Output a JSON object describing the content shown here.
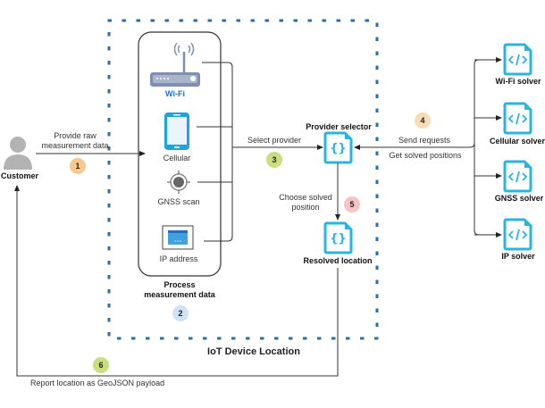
{
  "diagram": {
    "group_title": "IoT Device Location",
    "customer": {
      "label": "Customer"
    },
    "process_box": {
      "label": "Process measurement data"
    },
    "providers": [
      {
        "id": "wifi",
        "label": "Wi-Fi",
        "icon": "wifi-router-icon"
      },
      {
        "id": "cellular",
        "label": "Cellular",
        "icon": "smartphone-icon"
      },
      {
        "id": "gnss",
        "label": "GNSS scan",
        "icon": "gnss-target-icon"
      },
      {
        "id": "ip",
        "label": "IP address",
        "icon": "browser-window-icon"
      }
    ],
    "provider_selector": {
      "label": "Provider selector",
      "icon": "json-file-icon"
    },
    "resolved_location": {
      "label": "Resolved location",
      "icon": "json-file-icon"
    },
    "solvers": [
      {
        "label": "Wi-Fi solver",
        "icon": "code-file-icon"
      },
      {
        "label": "Cellular solver",
        "icon": "code-file-icon"
      },
      {
        "label": "GNSS solver",
        "icon": "code-file-icon"
      },
      {
        "label": "IP solver",
        "icon": "code-file-icon"
      }
    ],
    "edges": {
      "provide_raw": "Provide raw measurement data",
      "select_provider": "Select provider",
      "send_requests": "Send requests",
      "get_solved": "Get solved positions",
      "choose_solved": "Choose solved position",
      "report": "Report location as GeoJSON payload"
    },
    "steps": [
      {
        "number": "1",
        "color": "#f7c98e"
      },
      {
        "number": "2",
        "color": "#cfe2f6"
      },
      {
        "number": "3",
        "color": "#c9df7e"
      },
      {
        "number": "4",
        "color": "#f9dcb4"
      },
      {
        "number": "5",
        "color": "#f6c4c4"
      },
      {
        "number": "6",
        "color": "#c9df7e"
      }
    ],
    "colors": {
      "accent": "#29b5e0",
      "dotted_border": "#2f6ea5",
      "line": "#333333",
      "customer_gray": "#b3b3b3"
    }
  }
}
